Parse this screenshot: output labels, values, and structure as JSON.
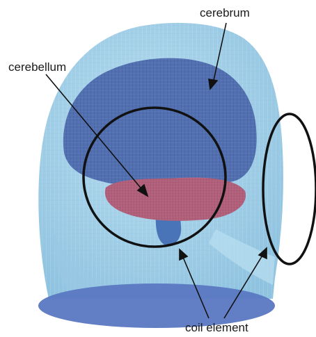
{
  "labels": {
    "cerebrum": "cerebrum",
    "cerebellum": "cerebellum",
    "coil_element": "coil element"
  },
  "colors": {
    "head_tissue": "#a9d3ea",
    "head_edge": "#c9e6f5",
    "brain": "#5270b0",
    "brain_shadow": "#3d5a98",
    "cerebellum": "#b0607a",
    "base_ellipse": "#5a78c2",
    "coil": "#111111",
    "background": "#ffffff"
  }
}
